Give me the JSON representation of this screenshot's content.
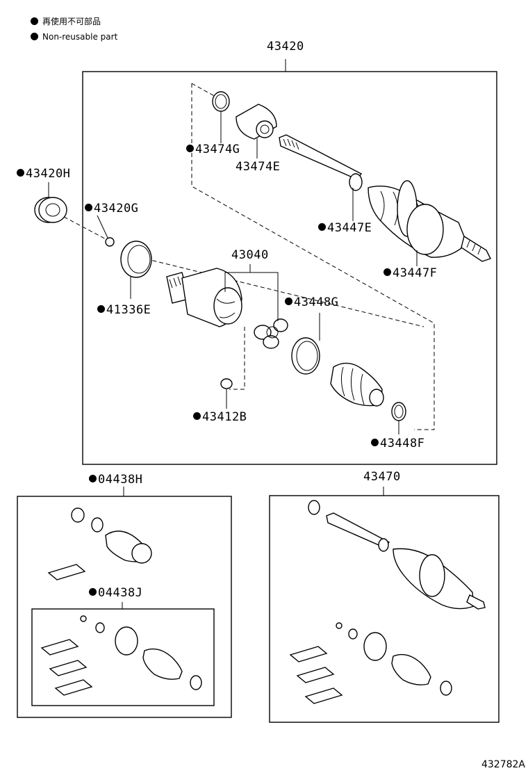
{
  "legend": {
    "jp": "再使用不可部品",
    "en": "Non-reusable part"
  },
  "labels": {
    "p43420": "43420",
    "p43420H": "43420H",
    "p43420G": "43420G",
    "p41336E": "41336E",
    "p43474G": "43474G",
    "p43474E": "43474E",
    "p43447E": "43447E",
    "p43447F": "43447F",
    "p43040": "43040",
    "p43448G": "43448G",
    "p43412B": "43412B",
    "p43448F": "43448F",
    "p04438H": "04438H",
    "p04438J": "04438J",
    "p43470": "43470"
  },
  "figure_code": "432782A",
  "colors": {
    "line": "#000000",
    "background": "#ffffff"
  }
}
